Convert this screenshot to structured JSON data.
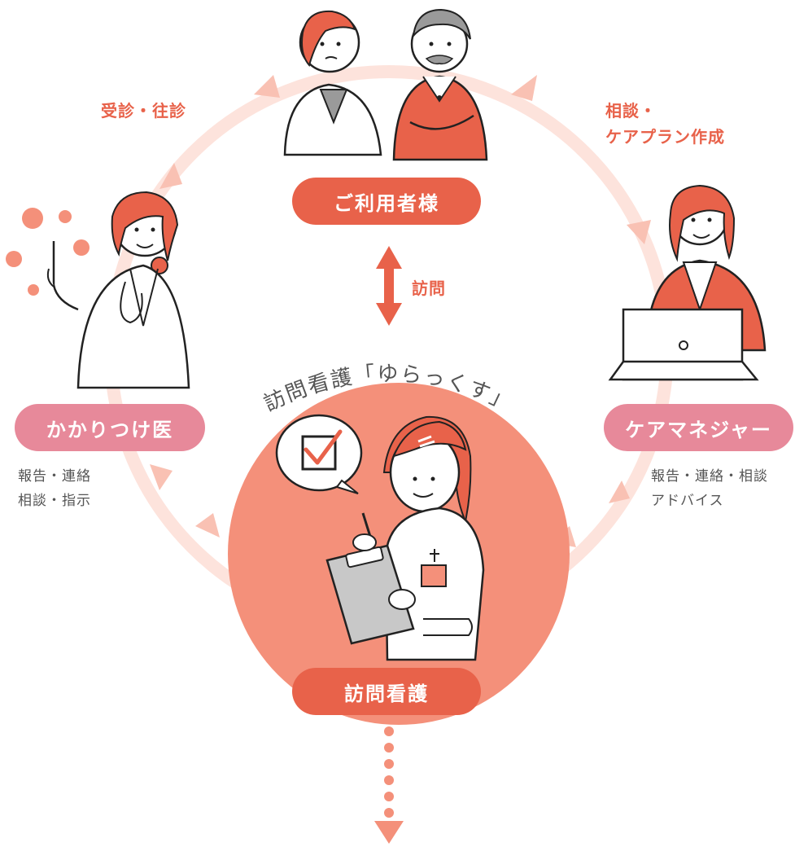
{
  "nodes": {
    "user": "ご利用者様",
    "doctor": "かかりつけ医",
    "caremanager": "ケアマネジャー",
    "nursing": "訪問看護"
  },
  "service_name": "訪問看護「ゆらっくす」",
  "edges": {
    "user_doctor": "受診・往診",
    "user_caremanager_1": "相談・",
    "user_caremanager_2": "ケアプラン作成",
    "user_nursing": "訪問",
    "doctor_nursing_1": "報告・連絡",
    "doctor_nursing_2": "相談・指示",
    "caremanager_nursing_1": "報告・連絡・相談",
    "caremanager_nursing_2": "アドバイス"
  },
  "colors": {
    "accent": "#e8624a",
    "pink": "#e7899a",
    "salmon": "#f4907a",
    "ring": "#fde3dc",
    "ring_arrow": "#f9c1b3"
  }
}
